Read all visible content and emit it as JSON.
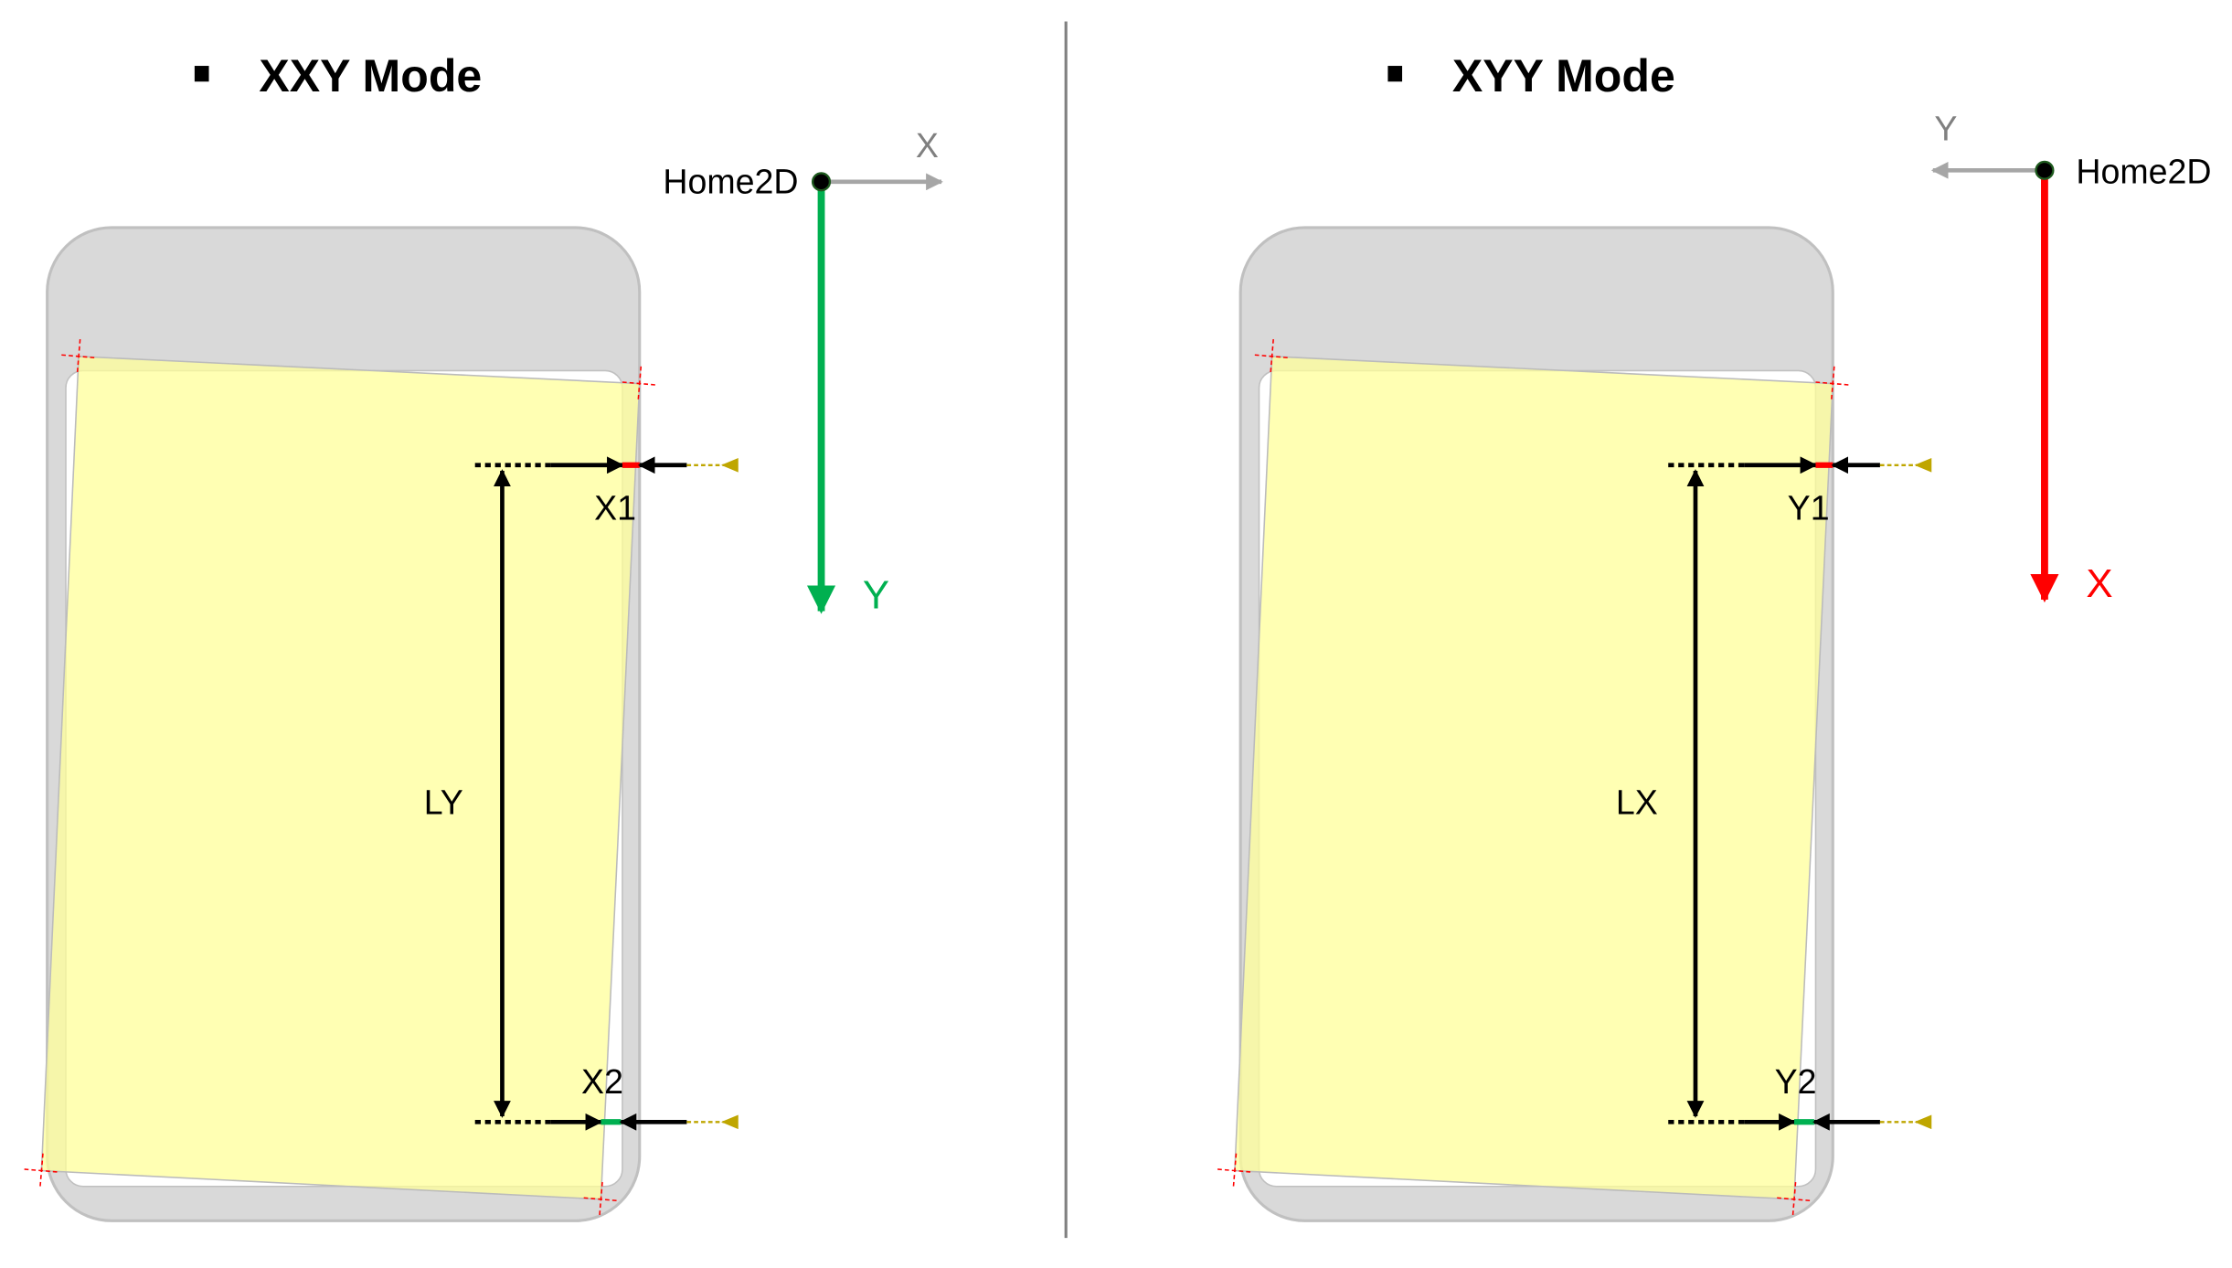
{
  "panels": [
    {
      "title": "XXY Mode",
      "home_label": "Home2D",
      "horizontal_axis_label": "X",
      "vertical_axis_label": "Y",
      "vertical_axis_color": "#00b050",
      "top_sensor_label": "X1",
      "bottom_sensor_label": "X2",
      "length_label": "LY"
    },
    {
      "title": "XYY Mode",
      "home_label": "Home2D",
      "horizontal_axis_label": "Y",
      "vertical_axis_label": "X",
      "vertical_axis_color": "#ff0000",
      "top_sensor_label": "Y1",
      "bottom_sensor_label": "Y2",
      "length_label": "LX"
    }
  ],
  "colors": {
    "frame": "#d9d9d9",
    "substrate": "#ffff99",
    "gray_axis": "#a6a6a6",
    "sensor": "#bfa600",
    "top_mark": "#ff0000",
    "bottom_mark": "#00b050"
  }
}
